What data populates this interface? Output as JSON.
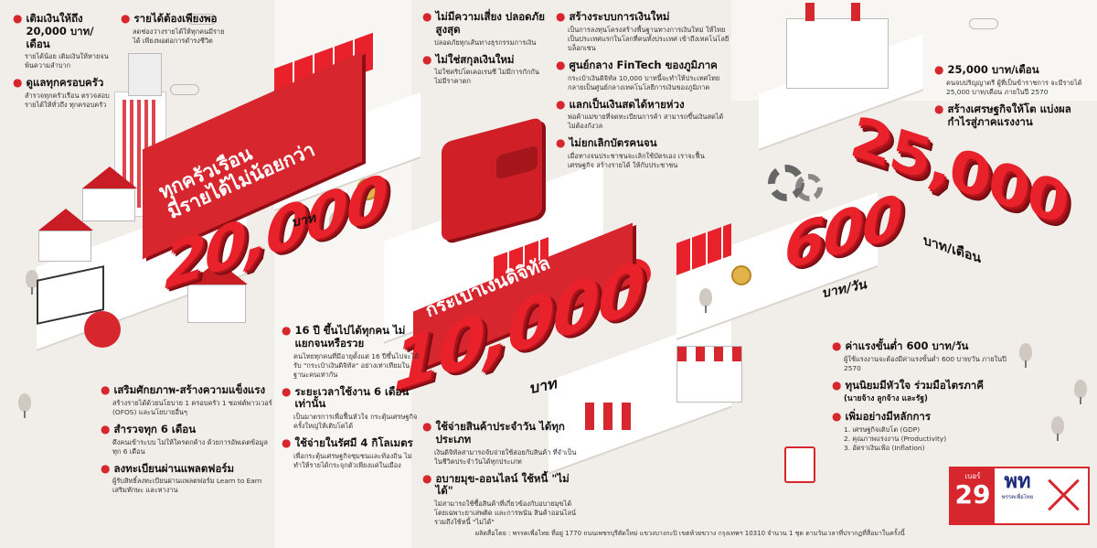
{
  "left_top": {
    "item1_title": "เติมเงินให้ถึง 20,000 บาท/เดือน",
    "item1_desc": "รายได้น้อย เติมเงินให้หายจน พ้นความลำบาก",
    "item2_title": "ดูแลทุกครอบครัว",
    "item2_desc": "สำรวจทุกครัวเรือน ตรวจสอบรายได้ให้ทั่วถึง ทุกครอบครัว",
    "item3_title": "รายได้ต้องเพียงพอ",
    "item3_desc": "ลดช่องว่างรายได้ให้ทุกคนมีรายได้ เพียงพอต่อการดำรงชีวิต"
  },
  "banner1": {
    "line1": "ทุกครัวเรือน",
    "line2": "มีรายได้ไม่น้อยกว่า"
  },
  "num1": {
    "value": "20,000",
    "unit": "บาท"
  },
  "left_bottom": {
    "item1_title": "เสริมศักยภาพ-สร้างความแข็งแรง",
    "item1_desc": "สร้างรายได้ด้วยนโยบาย 1 ครอบครัว 1 ซอฟต์พาวเวอร์ (OFOS) และนโยบายอื่นๆ",
    "item2_title": "สำรวจทุก 6 เดือน",
    "item2_desc": "ดึงคนเข้าระบบ ไม่ให้ใครตกค้าง ด้วยการอัพเดตข้อมูลทุก 6 เดือน",
    "item3_title": "ลงทะเบียนผ่านแพลตฟอร์ม",
    "item3_desc": "ผู้รับสิทธิ์ลงทะเบียนผ่านแพลตฟอร์ม Learn to Earn เสริมทักษะ และหางาน"
  },
  "center_top": {
    "item1_title": "ไม่มีความเสี่ยง ปลอดภัยสูงสุด",
    "item1_desc": "ปลอดภัยทุกเส้นทางธุรกรรมการเงิน",
    "item2_title": "ไม่ใช่สกุลเงินใหม่",
    "item2_desc": "ไม่ใช่คริปโตเคอเรนซี ไม่มีการกักกัน ไม่มีราคาตก",
    "item3_title": "สร้างระบบการเงินใหม่",
    "item3_desc": "เป็นการลงทุนโครงสร้างพื้นฐานทางการเงินใหม่ ให้ไทยเป็นประเทศแรกในโลกที่คนทั้งประเทศ เข้าถึงเทคโนโลยีบล็อกเชน",
    "item4_title": "ศูนย์กลาง FinTech ของภูมิภาค",
    "item4_desc": "กระเป๋าเงินดิจิทัล 10,000 บาทนี้จะทำให้ประเทศไทย กลายเป็นศูนย์กลางเทคโนโลยีการเงินของภูมิภาค",
    "item5_title": "แลกเป็นเงินสดได้หายห่วง",
    "item5_desc": "พ่อค้าแม่ขายที่จดทะเบียนการค้า สามารถขึ้นเงินสดได้ ไม่ต้องกังวล",
    "item6_title": "ไม่ยกเลิกบัตรคนจน",
    "item6_desc": "เมื่อทางจนประชาชนจะเลิกใช้บัตรเอง เราจะฟื้นเศรษฐกิจ สร้างรายได้ ให้กับประชาชน"
  },
  "banner2": {
    "text": "กระเป๋าเงินดิจิทัล"
  },
  "num2": {
    "value": "10,000",
    "unit": "บาท"
  },
  "center_bottom": {
    "item1_title": "16 ปี ขึ้นไปได้ทุกคน ไม่แยกจนหรือรวย",
    "item1_desc": "คนไทยทุกคนที่มีอายุตั้งแต่ 16 ปีขึ้นไปจะได้รับ \"กระเป๋าเงินดิจิทัล\" อย่างเท่าเทียมในฐานะคนเท่ากัน",
    "item2_title": "ระยะเวลาใช้งาน 6 เดือน เท่านั้น",
    "item2_desc": "เป็นมาตรการเพื่อฟื้นหัวใจ กระตุ้นเศรษฐกิจครั้งใหญ่ให้เติบโตได้",
    "item3_title": "ใช้จ่ายในรัศมี 4 กิโลเมตร",
    "item3_desc": "เพื่อกระตุ้นเศรษฐกิจชุมชนและท้องถิ่น ไม่ทำให้รายได้กระจุกตัวเพียงแค่ในเมือง",
    "item4_title": "ใช้จ่ายสินค้าประจำวัน ได้ทุกประเภท",
    "item4_desc": "เงินดิจิทัลสามารถจับจ่ายใช้สอยกับสินค้า ที่จำเป็นในชีวิตประจำวันได้ทุกประเภท",
    "item5_title": "อบายมุข-ออนไลน์ ใช้หนี้ \"ไม่ได้\"",
    "item5_desc": "ไม่สามารถใช้ซื้อสินค้าที่เกี่ยวข้องกับอบายมุขได้ โดยเฉพาะยาเสพติด และการพนัน สินค้าออนไลน์ รวมถึงใช้หนี้ \"ไม่ได้\""
  },
  "right_top": {
    "item1_title": "25,000 บาท/เดือน",
    "item1_desc": "คนจบปริญญาตรี ผู้ที่เป็นข้าราชการ จะมีรายได้ 25,000 บาท/เดือน ภายในปี 2570",
    "item2_title": "สร้างเศรษฐกิจให้โต แบ่งผลกำไรสู่ภาคแรงงาน"
  },
  "num3": {
    "value": "600",
    "unit": "บาท/วัน"
  },
  "num4": {
    "value": "25,000",
    "unit": "บาท/เดือน"
  },
  "right_bottom": {
    "item1_title": "ค่าแรงขั้นต่ำ 600 บาท/วัน",
    "item1_desc": "ผู้ใช้แรงงานจะต้องมีค่าแรงขั้นต่ำ 600 บาท/วัน ภายในปี 2570",
    "item2_title": "ทุนนิยมมีหัวใจ ร่วมมือไตรภาคี",
    "item2_sub": "(นายจ้าง ลูกจ้าง และรัฐ)",
    "item3_title": "เพิ่มอย่างมีหลักการ",
    "item3_list": [
      "1. เศรษฐกิจเติบโต (GDP)",
      "2. คุณภาพแรงงาน (Productivity)",
      "3. อัตราเงินเฟ้อ (Inflation)"
    ]
  },
  "logo": {
    "label": "เบอร์",
    "number": "29",
    "party": "พท",
    "party_full": "พรรคเพื่อไทย"
  },
  "footer": "ผลิตสื่อโดย : พรรคเพื่อไทย ที่อยู่ 1770 ถนนเพชรบุรีตัดใหม่ แขวงบางกะปิ เขตห้วยขวาง กรุงเทพฯ 10310 จำนวน 1 ชุด ตามวันเวลาที่ปรากฏที่สื่อมาในครั้งนี้",
  "colors": {
    "accent": "#e8212b",
    "background": "#f1eeea"
  }
}
